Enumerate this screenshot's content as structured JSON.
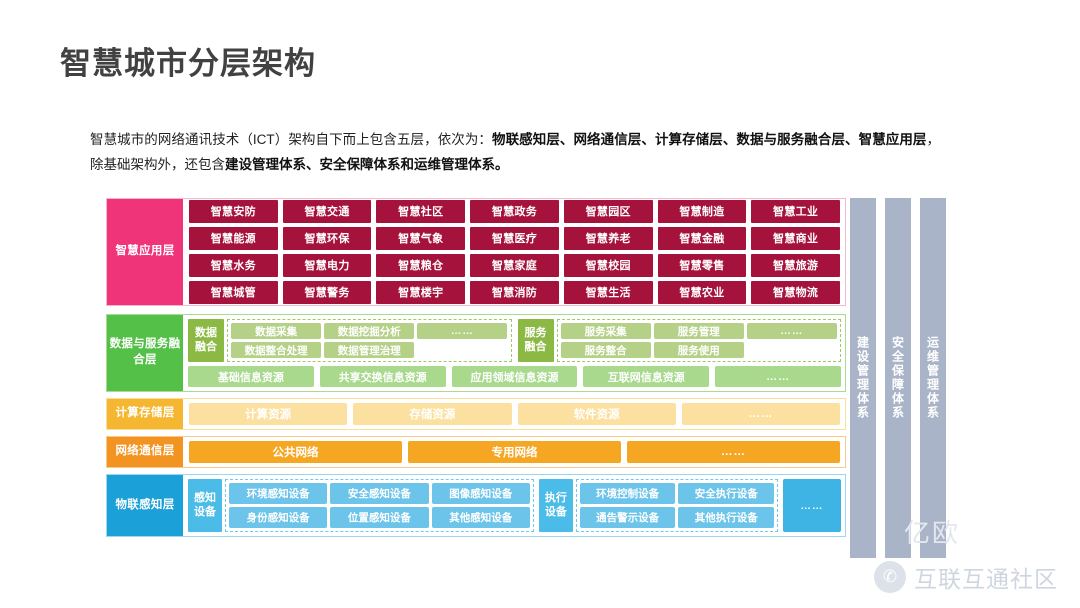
{
  "page": {
    "title": "智慧城市分层架构",
    "description_parts": [
      {
        "t": "智慧城市的网络通讯技术（ICT）架构自下而上包含五层，依次为：",
        "b": false
      },
      {
        "t": "物联感知层、网络通信层、计算存储层、数据与服务融合层、智慧应用层",
        "b": true
      },
      {
        "t": "，除基础架构外，还包含",
        "b": false
      },
      {
        "t": "建设管理体系、安全保障体系和运维管理体系。",
        "b": true
      }
    ]
  },
  "colors": {
    "app_label": "#F0347A",
    "app_cell": "#A5123C",
    "data_label": "#55C048",
    "fusion_key": "#8CB944",
    "fusion_cell": "#B5D187",
    "resource_cell": "#A8D98D",
    "compute_label": "#F5B731",
    "compute_cell": "#FBE0A0",
    "network_label": "#F39422",
    "network_cell": "#F5A623",
    "iot_label": "#1BA0D8",
    "iot_key": "#4BBCE8",
    "iot_cell": "#6CC4EA",
    "vbar": "#AAB4C8",
    "title_text": "#414141"
  },
  "layers": {
    "application": {
      "label": "智慧应用层",
      "items": [
        "智慧安防",
        "智慧交通",
        "智慧社区",
        "智慧政务",
        "智慧园区",
        "智慧制造",
        "智慧工业",
        "智慧能源",
        "智慧环保",
        "智慧气象",
        "智慧医疗",
        "智慧养老",
        "智慧金融",
        "智慧商业",
        "智慧水务",
        "智慧电力",
        "智慧粮仓",
        "智慧家庭",
        "智慧校园",
        "智慧零售",
        "智慧旅游",
        "智慧城管",
        "智慧警务",
        "智慧楼宇",
        "智慧消防",
        "智慧生活",
        "智慧农业",
        "智慧物流"
      ]
    },
    "data_service": {
      "label": "数据与服务融合层",
      "groups": [
        {
          "key": "数据融合",
          "cells": [
            "数据采集",
            "数据挖掘分析",
            "……",
            "数据整合处理",
            "数据管理治理",
            ""
          ]
        },
        {
          "key": "服务融合",
          "cells": [
            "服务采集",
            "服务管理",
            "……",
            "服务整合",
            "服务使用",
            ""
          ]
        }
      ],
      "resources": [
        "基础信息资源",
        "共享交换信息资源",
        "应用领域信息资源",
        "互联网信息资源",
        "……"
      ]
    },
    "compute_storage": {
      "label": "计算存储层",
      "items": [
        "计算资源",
        "存储资源",
        "软件资源",
        "……"
      ]
    },
    "network": {
      "label": "网络通信层",
      "items": [
        "公共网络",
        "专用网络",
        "……"
      ]
    },
    "iot": {
      "label": "物联感知层",
      "groups": [
        {
          "key": "感知设备",
          "cells": [
            "环境感知设备",
            "安全感知设备",
            "图像感知设备",
            "身份感知设备",
            "位置感知设备",
            "其他感知设备"
          ]
        },
        {
          "key": "执行设备",
          "cells": [
            "环境控制设备",
            "安全执行设备",
            "通告警示设备",
            "其他执行设备"
          ]
        }
      ],
      "extra": "……"
    }
  },
  "systems": [
    "建设管理体系",
    "安全保障体系",
    "运维管理体系"
  ],
  "watermark": {
    "text": "互联互通社区",
    "icon": "wechat-icon",
    "faint": "亿欧"
  }
}
